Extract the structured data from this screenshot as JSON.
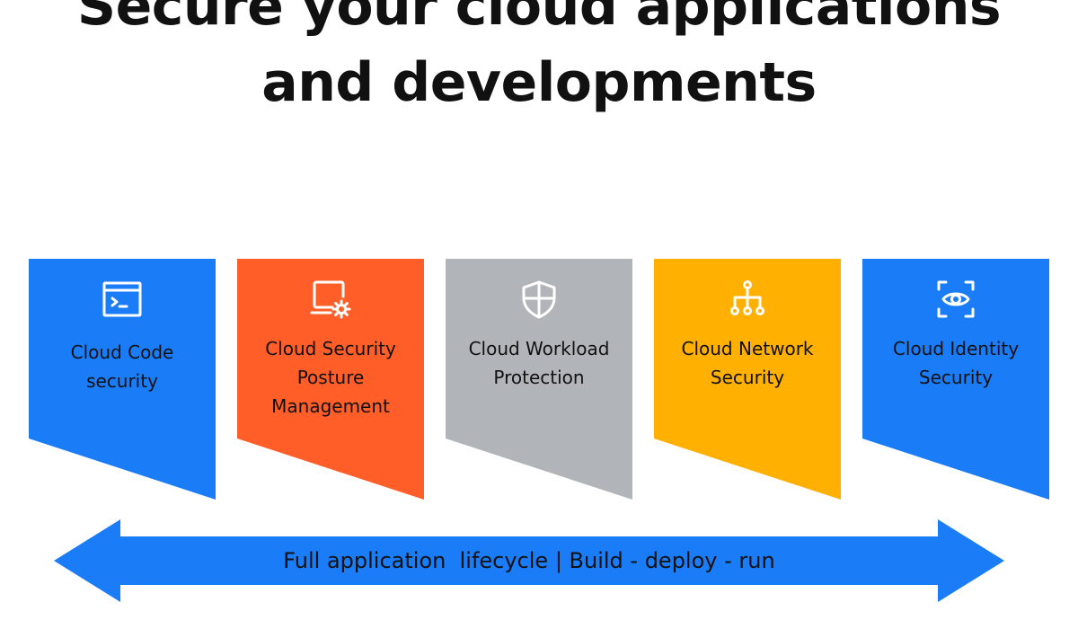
{
  "headline": {
    "line1": "Secure your cloud applications",
    "line2": "and developments"
  },
  "pillars": [
    {
      "label_lines": [
        "Cloud Code",
        "security"
      ],
      "color": "#1A7CF6",
      "icon": "terminal-icon"
    },
    {
      "label_lines": [
        "Cloud Security",
        "Posture",
        "Management"
      ],
      "color": "#FF5E29",
      "icon": "laptop-gear-icon"
    },
    {
      "label_lines": [
        "Cloud Workload",
        "Protection"
      ],
      "color": "#B1B5BA",
      "icon": "shield-icon"
    },
    {
      "label_lines": [
        "Cloud Network",
        "Security"
      ],
      "color": "#FFB000",
      "icon": "network-icon"
    },
    {
      "label_lines": [
        "Cloud Identity",
        "Security"
      ],
      "color": "#1A7CF6",
      "icon": "eye-scan-icon"
    }
  ],
  "lifecycle": {
    "label": "Full application  lifecycle | Build - deploy - run",
    "color": "#1A7CF6"
  }
}
